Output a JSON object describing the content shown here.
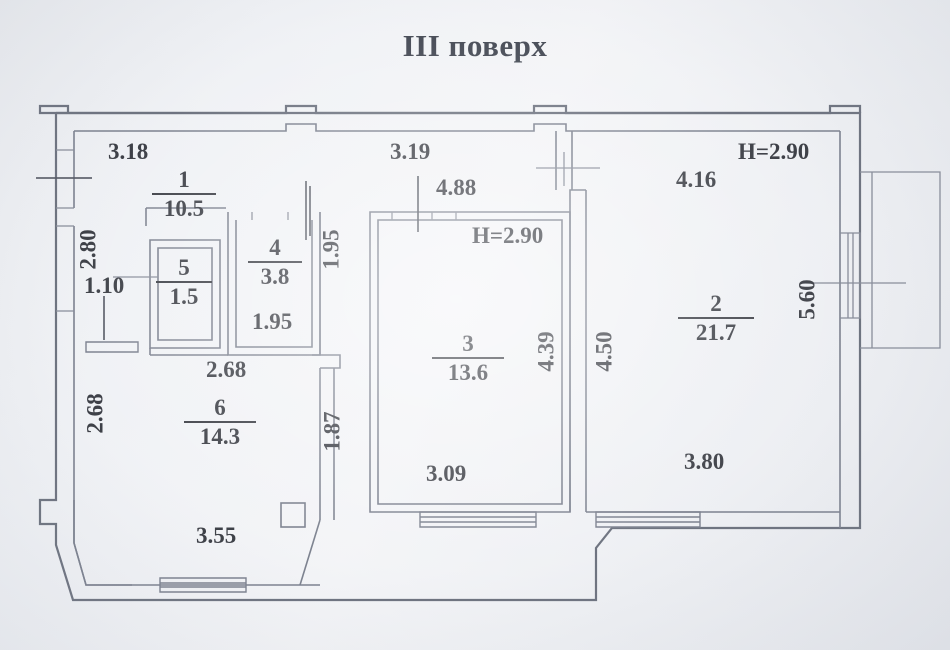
{
  "document": {
    "title": "III поверх",
    "type": "floor-plan",
    "units": "meters / square meters"
  },
  "rooms": [
    {
      "number": "1",
      "area": "10.5"
    },
    {
      "number": "5",
      "area": "1.5"
    },
    {
      "number": "4",
      "area": "3.8"
    },
    {
      "number": "6",
      "area": "14.3"
    },
    {
      "number": "3",
      "area": "13.6"
    },
    {
      "number": "2",
      "area": "21.7"
    }
  ],
  "ceiling_heights": [
    {
      "label": "H=2.90",
      "zone": "right-room-2"
    },
    {
      "label": "H=2.90",
      "zone": "center-room-3"
    }
  ],
  "dimensions": {
    "top_left_span": "3.18",
    "top_center_span": "3.19",
    "room3_top_width": "4.88",
    "room2_top_width": "4.16",
    "left_wall_upper": "2.80",
    "left_doorway": "1.10",
    "room4_height": "1.95",
    "room4_width": "1.95",
    "room6_top_width": "2.68",
    "left_wall_lower": "2.68",
    "corridor_height": "1.87",
    "room6_bottom_width": "3.55",
    "room3_bottom_width": "3.09",
    "room3_right_height": "4.39",
    "room2_left_height": "4.50",
    "room2_bottom_width": "3.80",
    "right_wall_height": "5.60"
  },
  "features": {
    "windows": [
      "room-6-bottom",
      "room-3-bottom",
      "room-2-bottom",
      "room-2-right-balcony-door"
    ],
    "balcony": "right-side-balcony",
    "shaft": "room-6-ventilation-shaft"
  }
}
